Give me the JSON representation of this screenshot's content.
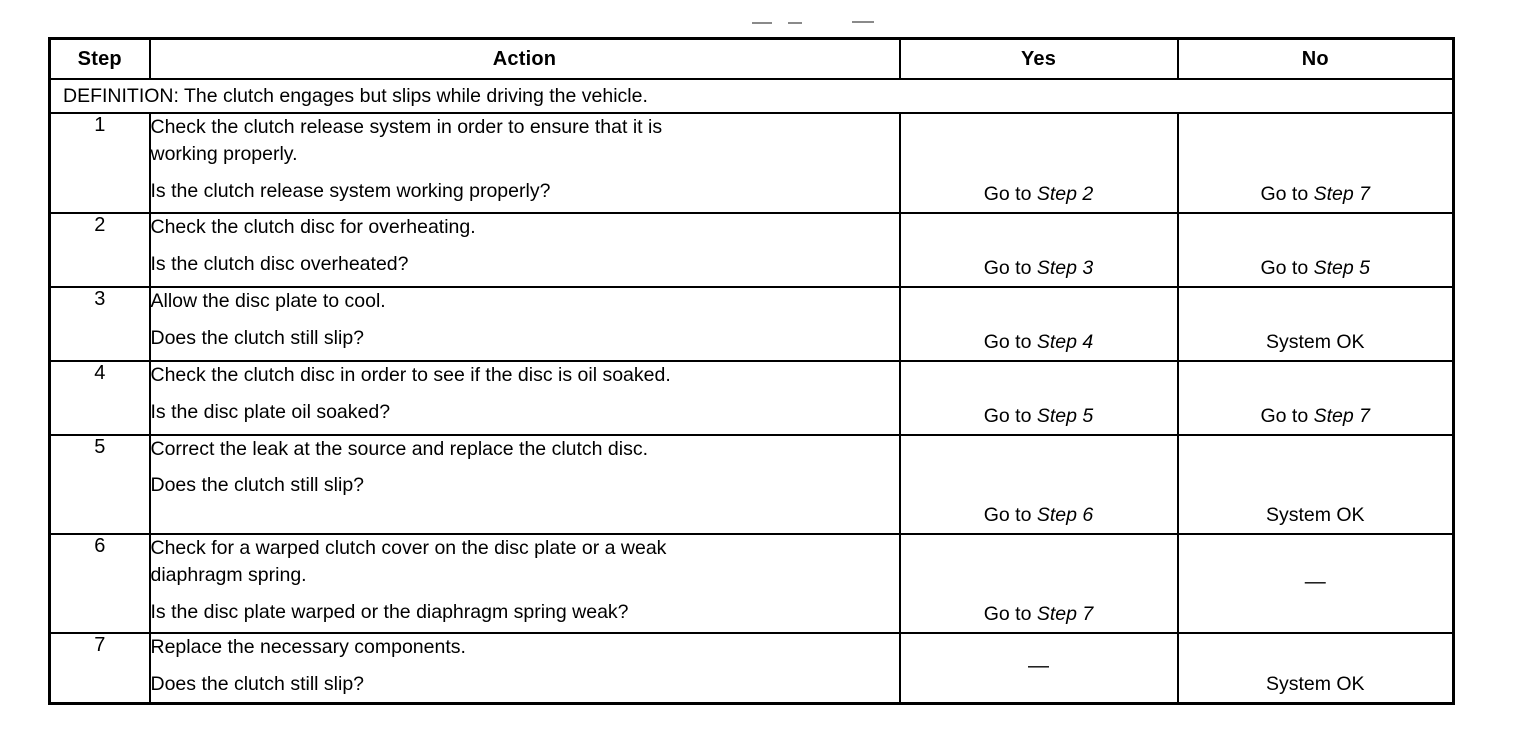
{
  "table": {
    "columns": [
      {
        "key": "step",
        "label": "Step"
      },
      {
        "key": "action",
        "label": "Action"
      },
      {
        "key": "yes",
        "label": "Yes"
      },
      {
        "key": "no",
        "label": "No"
      }
    ],
    "definition": "DEFINITION: The clutch engages but slips while driving the vehicle.",
    "rows": [
      {
        "step": "1",
        "action_lines": [
          "Check the clutch release system in order to ensure that it is",
          "working properly."
        ],
        "question": "Is the clutch release system working properly?",
        "yes": {
          "prefix": "Go to ",
          "target": "Step 2"
        },
        "no": {
          "prefix": "Go to ",
          "target": "Step 7"
        }
      },
      {
        "step": "2",
        "action_lines": [
          "Check the clutch disc for overheating."
        ],
        "question": "Is the clutch disc overheated?",
        "yes": {
          "prefix": "Go to ",
          "target": "Step 3"
        },
        "no": {
          "prefix": "Go to ",
          "target": "Step 5"
        }
      },
      {
        "step": "3",
        "action_lines": [
          "Allow the disc plate to cool."
        ],
        "question": "Does the clutch still slip?",
        "yes": {
          "prefix": "Go to ",
          "target": "Step 4"
        },
        "no": {
          "prefix": "System OK",
          "target": ""
        }
      },
      {
        "step": "4",
        "action_lines": [
          "Check the clutch disc in order to see if the disc is oil soaked."
        ],
        "question": "Is the disc plate oil soaked?",
        "yes": {
          "prefix": "Go to ",
          "target": "Step 5"
        },
        "no": {
          "prefix": "Go to ",
          "target": "Step 7"
        }
      },
      {
        "step": "5",
        "action_lines": [
          "Correct the leak at the source and replace the clutch disc."
        ],
        "question": "Does the clutch still slip?",
        "yes": {
          "prefix": "Go to ",
          "target": "Step 6"
        },
        "no": {
          "prefix": "System OK",
          "target": ""
        }
      },
      {
        "step": "6",
        "action_lines": [
          "Check for a warped clutch cover on the disc plate or a weak",
          "diaphragm spring."
        ],
        "question": "Is the disc plate warped or the diaphragm spring weak?",
        "yes": {
          "prefix": "Go to ",
          "target": "Step 7"
        },
        "no": {
          "prefix": "—",
          "target": ""
        }
      },
      {
        "step": "7",
        "action_lines": [
          "Replace the necessary components."
        ],
        "question": "Does the clutch still slip?",
        "yes": {
          "prefix": "—",
          "target": ""
        },
        "no": {
          "prefix": "System OK",
          "target": ""
        }
      }
    ]
  },
  "colors": {
    "ink": "#000000",
    "paper": "#ffffff",
    "artifact": "#8a8a8a"
  }
}
